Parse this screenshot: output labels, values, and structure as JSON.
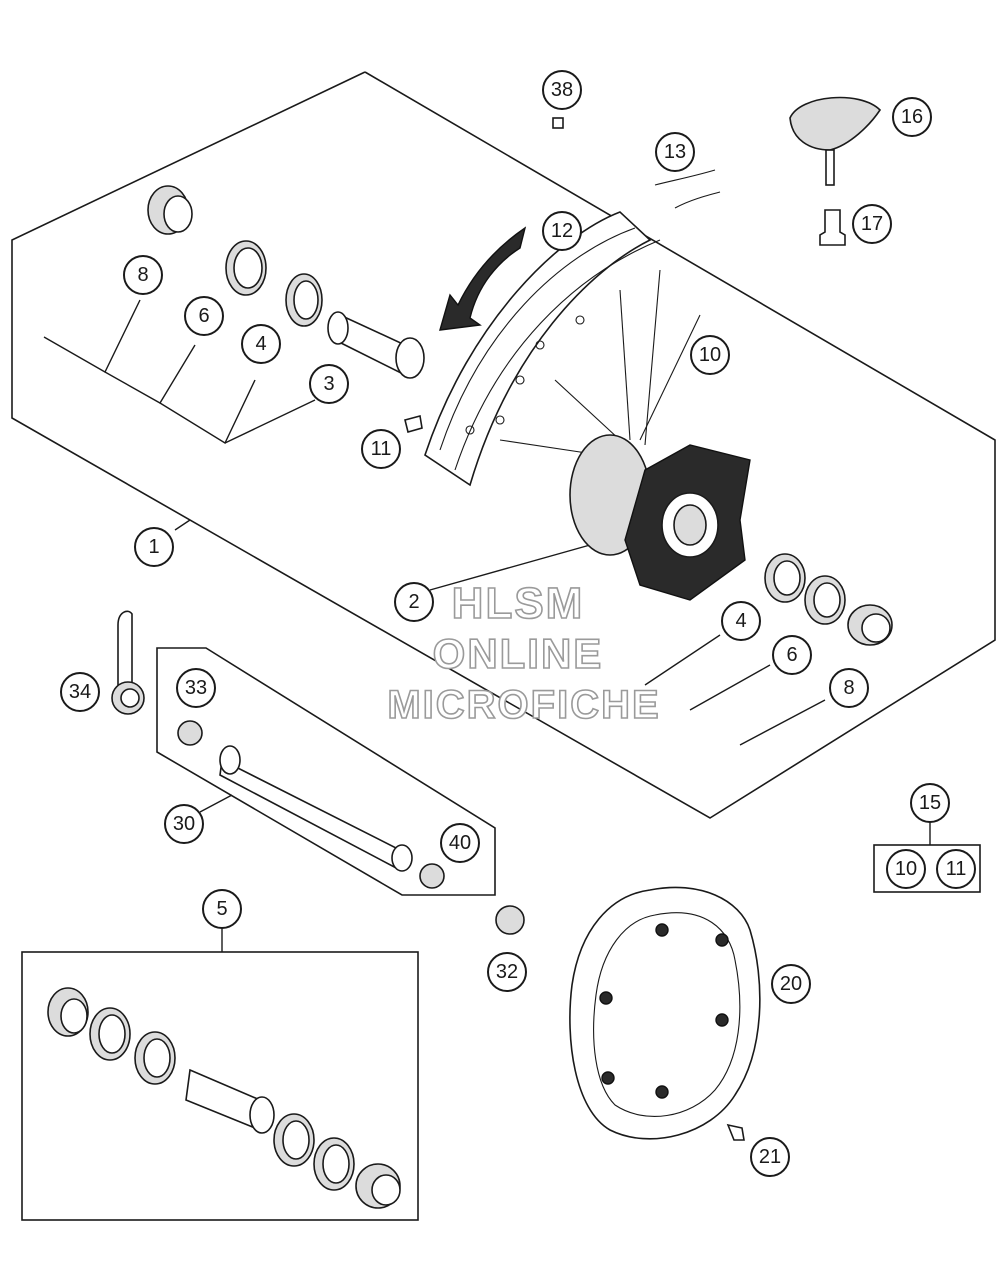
{
  "callouts": [
    {
      "id": "c38",
      "label": "38"
    },
    {
      "id": "c16",
      "label": "16"
    },
    {
      "id": "c13",
      "label": "13"
    },
    {
      "id": "c17",
      "label": "17"
    },
    {
      "id": "c12",
      "label": "12"
    },
    {
      "id": "c8a",
      "label": "8"
    },
    {
      "id": "c6a",
      "label": "6"
    },
    {
      "id": "c4a",
      "label": "4"
    },
    {
      "id": "c3",
      "label": "3"
    },
    {
      "id": "c10a",
      "label": "10"
    },
    {
      "id": "c11a",
      "label": "11"
    },
    {
      "id": "c1",
      "label": "1"
    },
    {
      "id": "c2",
      "label": "2"
    },
    {
      "id": "c4b",
      "label": "4"
    },
    {
      "id": "c6b",
      "label": "6"
    },
    {
      "id": "c8b",
      "label": "8"
    },
    {
      "id": "c34",
      "label": "34"
    },
    {
      "id": "c33",
      "label": "33"
    },
    {
      "id": "c30",
      "label": "30"
    },
    {
      "id": "c40",
      "label": "40"
    },
    {
      "id": "c15",
      "label": "15"
    },
    {
      "id": "c10b",
      "label": "10"
    },
    {
      "id": "c11b",
      "label": "11"
    },
    {
      "id": "c5",
      "label": "5"
    },
    {
      "id": "c32",
      "label": "32"
    },
    {
      "id": "c20",
      "label": "20"
    },
    {
      "id": "c21",
      "label": "21"
    }
  ],
  "watermark": {
    "line1": "HLSM",
    "line2": "ONLINE",
    "line3": "MICROFICHE"
  }
}
